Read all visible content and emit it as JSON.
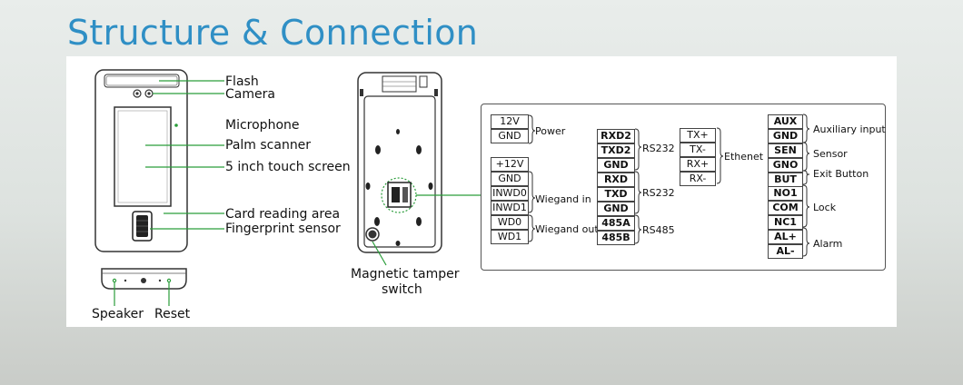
{
  "title": "Structure & Connection",
  "front_labels": {
    "flash": "Flash",
    "camera": "Camera",
    "microphone": "Microphone",
    "palm": "Palm scanner",
    "screen": "5 inch touch screen",
    "card": "Card reading area",
    "fingerprint": "Fingerprint sensor"
  },
  "bottom_labels": {
    "speaker": "Speaker",
    "reset": "Reset"
  },
  "back_label": [
    "Magnetic tamper",
    "switch"
  ],
  "col1": {
    "power": [
      "12V",
      "GND"
    ],
    "power_label": "Power",
    "wiegand_in": [
      "+12V",
      "GND",
      "INWD0",
      "INWD1"
    ],
    "wiegand_in_label": "Wiegand in",
    "wiegand_out": [
      "WD0",
      "WD1"
    ],
    "wiegand_out_label": "Wiegand out"
  },
  "col2": {
    "rs232a": [
      "RXD2",
      "TXD2",
      "GND"
    ],
    "rs232a_label": "RS232",
    "rs232b": [
      "RXD",
      "TXD",
      "GND"
    ],
    "rs232b_label": "RS232",
    "rs485": [
      "485A",
      "485B"
    ],
    "rs485_label": "RS485"
  },
  "col3": {
    "ethernet": [
      "TX+",
      "TX-",
      "RX+",
      "RX-"
    ],
    "ethernet_label": "Ethenet"
  },
  "col4": {
    "aux": [
      "AUX",
      "GND"
    ],
    "aux_label": "Auxiliary input",
    "sensor": [
      "SEN",
      "GNO"
    ],
    "sensor_label": "Sensor",
    "exit": [
      "BUT"
    ],
    "exit_label": "Exit Button",
    "lock": [
      "NO1",
      "COM",
      "NC1"
    ],
    "lock_label": "Lock",
    "alarm": [
      "AL+",
      "AL-"
    ],
    "alarm_label": "Alarm"
  }
}
